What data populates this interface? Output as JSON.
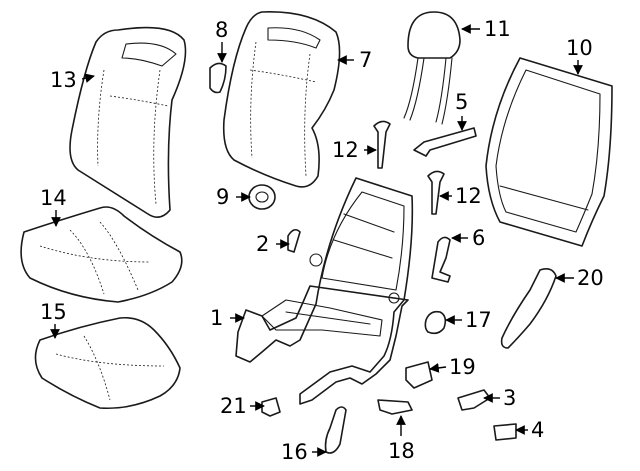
{
  "callouts": {
    "c1": "1",
    "c2": "2",
    "c3": "3",
    "c4": "4",
    "c5": "5",
    "c6": "6",
    "c7": "7",
    "c8": "8",
    "c9": "9",
    "c10": "10",
    "c11": "11",
    "c12a": "12",
    "c12b": "12",
    "c13": "13",
    "c14": "14",
    "c15": "15",
    "c16": "16",
    "c17": "17",
    "c18": "18",
    "c19": "19",
    "c20": "20",
    "c21": "21"
  },
  "colors": {
    "line": "#1a1a1a",
    "background": "#ffffff"
  }
}
